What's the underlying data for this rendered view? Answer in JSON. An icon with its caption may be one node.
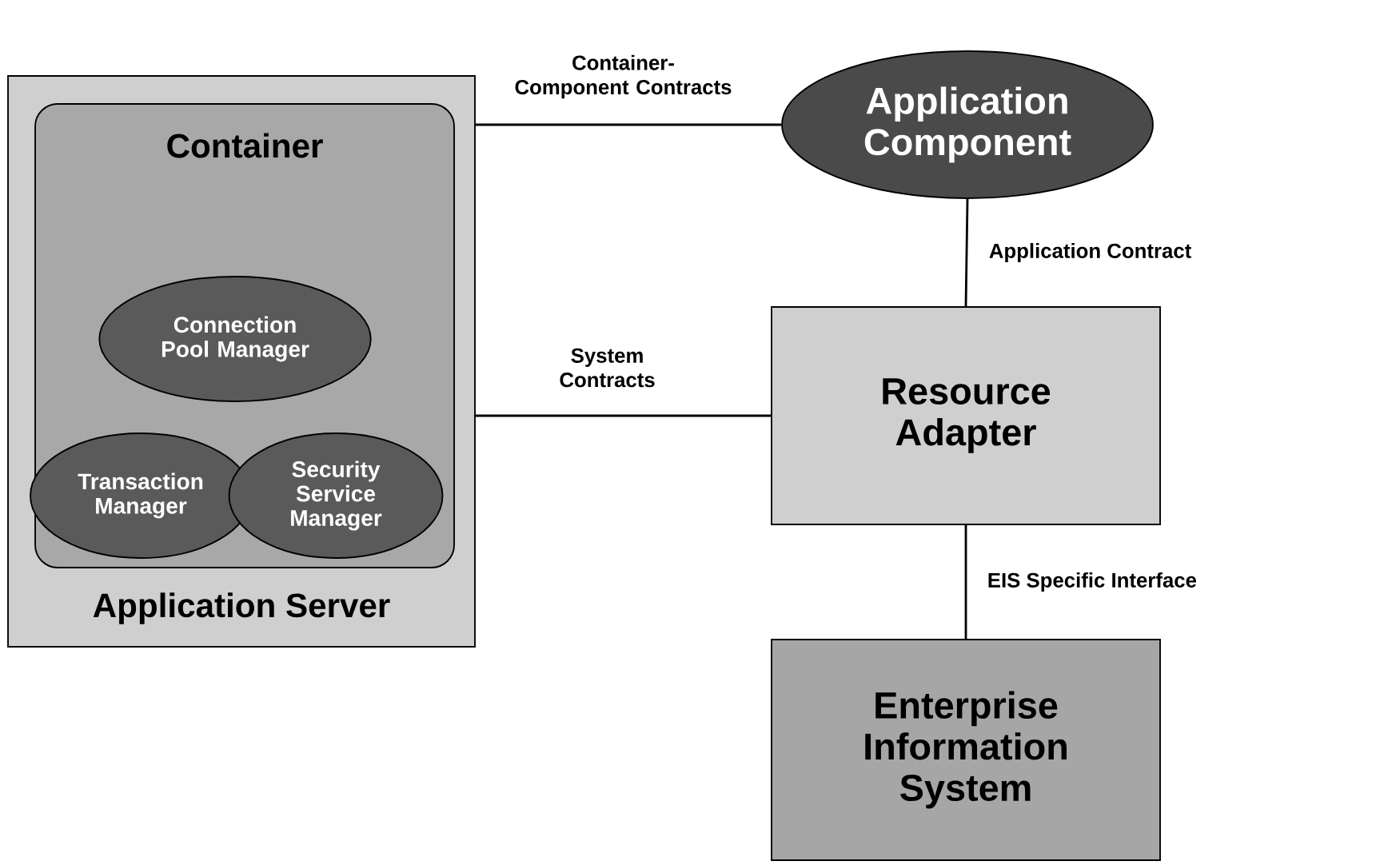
{
  "diagram": {
    "nodes": [
      {
        "text": [
          "Application Server"
        ]
      },
      {
        "text": [
          "Container"
        ],
        "in": 0
      },
      {
        "text": [
          "Connection Pool Manager"
        ],
        "in": 1
      },
      {
        "text": [
          "Transaction Manager"
        ],
        "in": 1
      },
      {
        "text": [
          "Security Service Manager"
        ],
        "in": 1
      },
      {
        "text": [
          "Application Component"
        ]
      },
      {
        "text": [
          "Resource Adapter"
        ]
      },
      {
        "text": [
          "Enterprise Information System"
        ]
      }
    ],
    "edges": [
      {
        "from": 0,
        "to": 5,
        "arrow": "none",
        "label": "Container-Component Contracts"
      },
      {
        "from": 0,
        "to": 6,
        "arrow": "none",
        "label": "System Contracts"
      },
      {
        "from": 5,
        "to": 6,
        "arrow": "none",
        "label": "Application Contract"
      },
      {
        "from": 6,
        "to": 7,
        "arrow": "none",
        "label": "EIS Specific Interface"
      }
    ]
  }
}
